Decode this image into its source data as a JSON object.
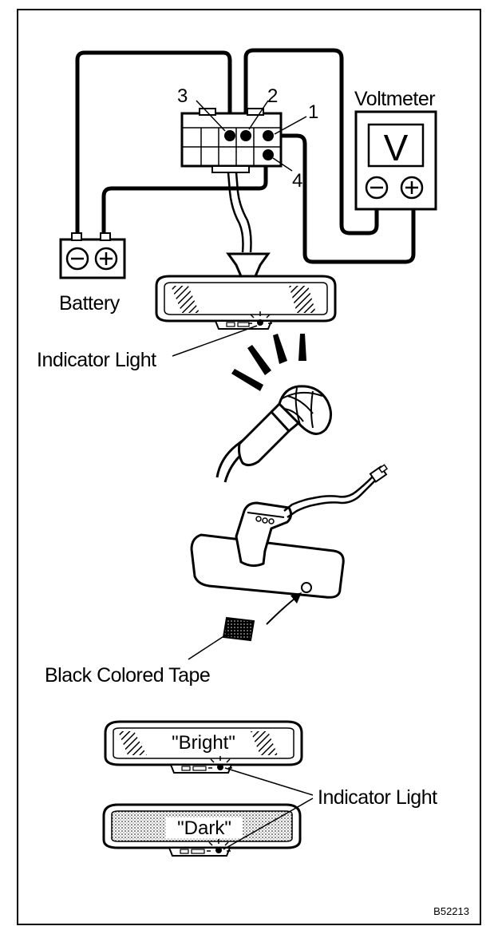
{
  "labels": {
    "pin3": "3",
    "pin2": "2",
    "pin1": "1",
    "pin4": "4",
    "voltmeter": "Voltmeter",
    "voltmeter_symbol": "V",
    "battery": "Battery",
    "indicator_light_top": "Indicator Light",
    "black_tape": "Black Colored Tape",
    "bright": "\"Bright\"",
    "dark": "\"Dark\"",
    "indicator_light_bottom": "Indicator Light",
    "figure_code": "B52213"
  },
  "icons": {
    "minus": "minus-icon",
    "plus": "plus-icon"
  }
}
